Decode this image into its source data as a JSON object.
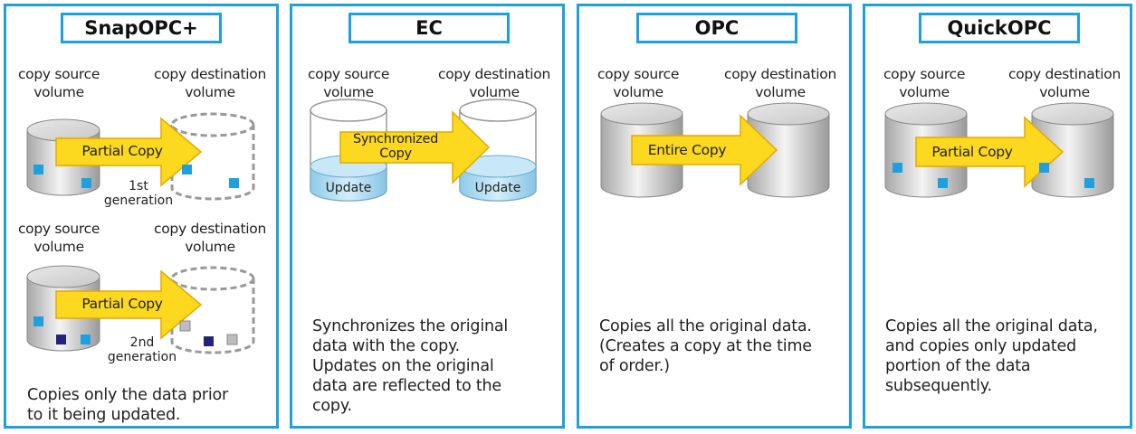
{
  "labels": {
    "copy_source_line1": "copy source",
    "copy_source_line2": "volume",
    "copy_dest_line1": "copy destination",
    "copy_dest_line2": "volume"
  },
  "panels": [
    {
      "title": "SnapOPC+",
      "arrow_label": "Partial Copy",
      "arrow_label_2": "Partial Copy",
      "gen1_line1": "1st",
      "gen1_line2": "generation",
      "gen2_line1": "2nd",
      "gen2_line2": "generation",
      "description": [
        "Copies only the data prior",
        "to it being updated."
      ]
    },
    {
      "title": "EC",
      "arrow_label_line1": "Synchronized",
      "arrow_label_line2": "Copy",
      "update_label": "Update",
      "description": [
        "Synchronizes the original",
        "data with the copy.",
        "Updates on the original",
        "data are reflected to the",
        "copy."
      ]
    },
    {
      "title": "OPC",
      "arrow_label": "Entire Copy",
      "description": [
        "Copies all the original data.",
        "(Creates a copy at the time",
        "of order.)"
      ]
    },
    {
      "title": "QuickOPC",
      "arrow_label": "Partial Copy",
      "description": [
        "Copies all the original data,",
        "and copies only updated",
        "portion of the data",
        "subsequently."
      ]
    }
  ],
  "colors": {
    "panel_bg": "#d6ecf8",
    "panel_border": "#1ea0dc",
    "arrow_fill": "#fcd91e",
    "arrow_stroke": "#e3a800",
    "block_light": "#1e9fe0",
    "block_dark": "#24237a",
    "block_gray": "#bdbdbd",
    "update_fill": "#a7d8f0"
  }
}
